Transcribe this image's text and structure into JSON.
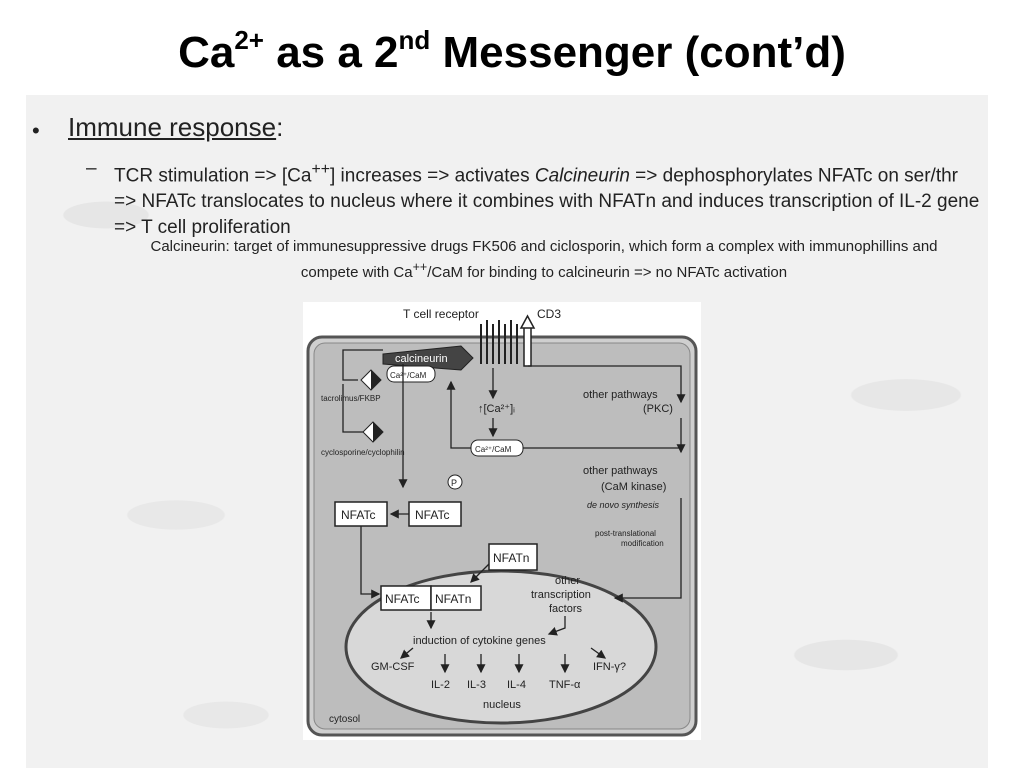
{
  "slide": {
    "title_pre": "Ca",
    "title_sup1": "2+",
    "title_mid": " as a 2",
    "title_sup2": "nd",
    "title_post": " Messenger (cont’d)"
  },
  "bullet": {
    "marker": "•",
    "heading": "Immune response",
    "heading_colon": ":",
    "sub_marker": "–",
    "sub_text_1": "TCR stimulation => [Ca",
    "sub_text_sup": "++",
    "sub_text_2": "] increases => activates ",
    "sub_text_italic": "Calcineurin",
    "sub_text_3": " => dephosphorylates NFATc on ser/thr => NFATc translocates to nucleus where it combines with NFATn and induces transcription of IL-2 gene => T cell proliferation",
    "note_1": "Calcineurin: target of immunesuppressive drugs FK506 and ciclosporin, which form a complex with immunophillins and compete with Ca",
    "note_sup": "++",
    "note_2": "/CaM for binding to calcineurin => no NFATc activation"
  },
  "figure": {
    "tcell_receptor": "T cell receptor",
    "cd3": "CD3",
    "calcineurin": "calcineurin",
    "ca_cam_top": "Ca²⁺/CaM",
    "tacrolimus": "tacrolimus/FKBP",
    "cyclosporine": "cyclosporine/cyclophilin",
    "ca_increase": "↑[Ca²⁺]ᵢ",
    "ca_cam_mid": "Ca²⁺/CaM",
    "other_pkc_1": "other pathways",
    "other_pkc_2": "(PKC)",
    "other_camk_1": "other pathways",
    "other_camk_2": "(CaM kinase)",
    "de_novo": "de novo synthesis",
    "post_trans_1": "post-translational",
    "post_trans_2": "modification",
    "phospho": "P",
    "nfat_c_left": "NFATc",
    "nfat_c_right": "NFATc",
    "nfat_n_top": "NFATn",
    "nfat_c_complex": "NFATc",
    "nfat_n_complex": "NFATn",
    "other_tf_1": "other",
    "other_tf_2": "transcription",
    "other_tf_3": "factors",
    "induction": "induction of cytokine genes",
    "gm_csf": "GM-CSF",
    "il2": "IL-2",
    "il3": "IL-3",
    "il4": "IL-4",
    "tnf": "TNF-α",
    "ifn": "IFN-γ?",
    "nucleus": "nucleus",
    "cytosol": "cytosol"
  }
}
